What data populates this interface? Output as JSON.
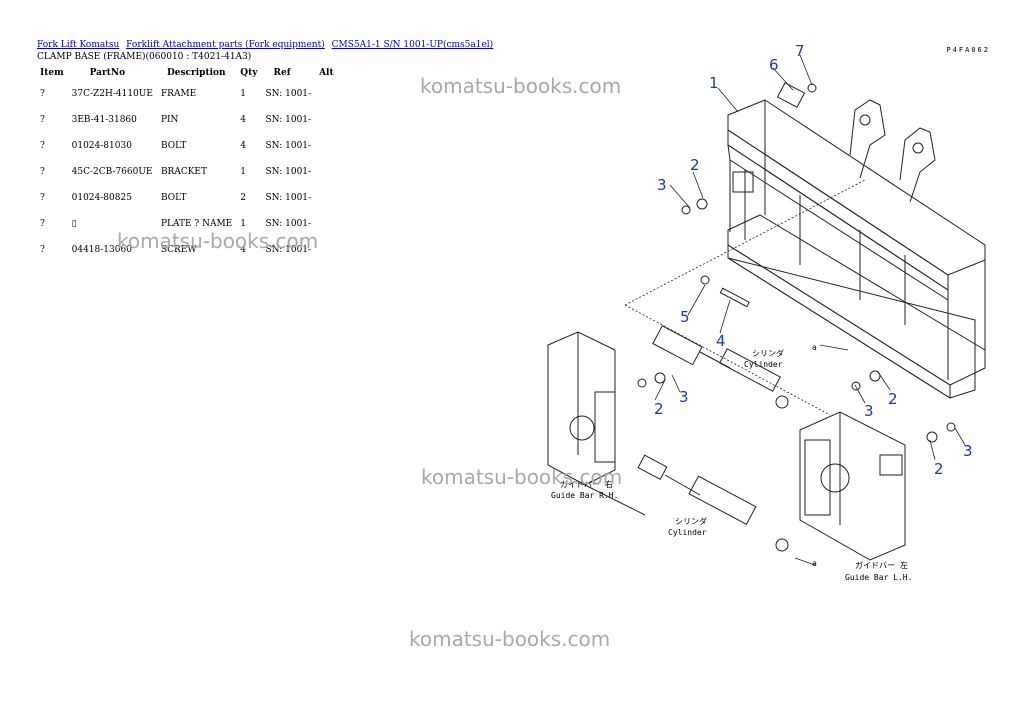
{
  "breadcrumbs": [
    "Fork Lift Komatsu",
    "Forklift Attachment parts (Fork equipment)",
    "CMS5A1-1 S/N 1001-UP(cms5a1el)"
  ],
  "subtitle": "CLAMP BASE (FRAME)(060010 : T4021-41A3)",
  "sheet_id": "P4FA062",
  "table": {
    "headers": [
      "Item",
      "PartNo",
      "Description",
      "Qty",
      "Ref",
      "Alt"
    ],
    "rows": [
      [
        "?",
        "37C-Z2H-4110UE",
        "FRAME",
        "1",
        "SN: 1001-",
        ""
      ],
      [
        "?",
        "3EB-41-31860",
        "PIN",
        "4",
        "SN: 1001-",
        ""
      ],
      [
        "?",
        "01024-81030",
        "BOLT",
        "4",
        "SN: 1001-",
        ""
      ],
      [
        "?",
        "45C-2CB-7660UE",
        "BRACKET",
        "1",
        "SN: 1001-",
        ""
      ],
      [
        "?",
        "01024-80825",
        "BOLT",
        "2",
        "SN: 1001-",
        ""
      ],
      [
        "?",
        "▯",
        "PLATE ? NAME",
        "1",
        "SN: 1001-",
        ""
      ],
      [
        "?",
        "04418-13060",
        "SCREW",
        "4",
        "SN: 1001-",
        ""
      ]
    ]
  },
  "watermarks": [
    "komatsu-books.com",
    "komatsu-books.com",
    "komatsu-books.com",
    "komatsu-books.com"
  ],
  "diagram": {
    "callouts": [
      "1",
      "2",
      "3",
      "4",
      "5",
      "6",
      "7",
      "2",
      "3",
      "2",
      "3",
      "2",
      "3"
    ],
    "cylinder_jp": "シリンダ",
    "cylinder_en": "Cylinder",
    "guide_rh_jp": "ガイドバー 右",
    "guide_rh_en": "Guide Bar R.H.",
    "guide_lh_jp": "ガイドバー 左",
    "guide_lh_en": "Guide Bar L.H.",
    "ref_a": "a"
  }
}
